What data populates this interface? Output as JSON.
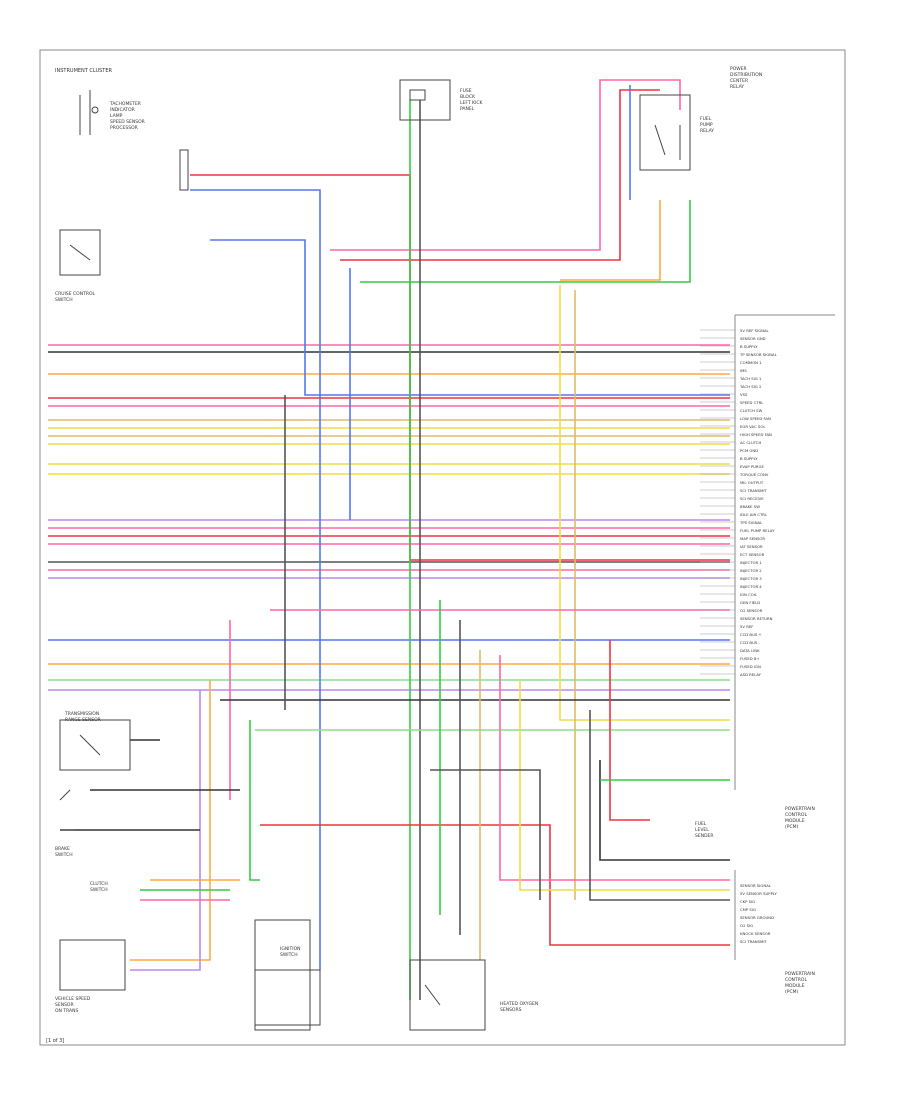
{
  "diagram": {
    "header_title": "INSTRUMENT CLUSTER",
    "footer_mark": "[1 of 3]",
    "components": {
      "instrument_cluster": [
        "TACHOMETER",
        "INDICATOR",
        "LAMP",
        "SPEED SENSOR",
        "PROCESSOR"
      ],
      "fuse_block": [
        "FUSE",
        "BLOCK",
        "LEFT KICK",
        "PANEL"
      ],
      "relay_top": [
        "POWER",
        "DISTRIBUTION",
        "CENTER",
        "RELAY"
      ],
      "fuel_pump_relay": [
        "FUEL",
        "PUMP",
        "RELAY"
      ],
      "cruise_switch": [
        "CRUISE CONTROL",
        "SWITCH"
      ],
      "transmission_range_sensor": [
        "TRANSMISSION",
        "RANGE SENSOR"
      ],
      "brake_switch": [
        "BRAKE",
        "SWITCH"
      ],
      "clutch_switch": [
        "CLUTCH",
        "SWITCH"
      ],
      "vehicle_speed_sensor": [
        "VEHICLE SPEED",
        "SENSOR",
        "ON TRANS"
      ],
      "ignition_switch": [
        "IGNITION",
        "SWITCH"
      ],
      "o2_sensors": [
        "HEATED OXYGEN",
        "SENSORS"
      ],
      "fuel_sender": [
        "FUEL",
        "LEVEL",
        "SENDER"
      ],
      "pcm_label": [
        "POWERTRAIN",
        "CONTROL",
        "MODULE",
        "(PCM)"
      ],
      "pcm_lower_label": [
        "POWERTRAIN",
        "CONTROL",
        "MODULE",
        "(PCM)"
      ]
    },
    "pcm_pins": [
      "5V REF SIGNAL",
      "SENSOR GND",
      "B SUPPLY",
      "TP SENSOR SIGNAL",
      "COMMON 1",
      "IMS",
      "TACH SIG 1",
      "TACH SIG 2",
      "VSS",
      "SPEED CTRL",
      "CLUTCH SW",
      "LOW SPEED FAN",
      "EGR VAC SOL",
      "HIGH SPEED FAN",
      "AC CLUTCH",
      "PCM GND",
      "B SUPPLY",
      "EVAP PURGE",
      "TORQUE CONV",
      "MIL OUTPUT",
      "SCI TRANSMIT",
      "SCI RECEIVE",
      "BRAKE SW",
      "IDLE AIR CTRL",
      "TPS SIGNAL",
      "FUEL PUMP RELAY",
      "MAP SENSOR",
      "IAT SENSOR",
      "ECT SENSOR",
      "INJECTOR 1",
      "INJECTOR 2",
      "INJECTOR 3",
      "INJECTOR 4",
      "IGN COIL",
      "GEN FIELD",
      "O2 SENSOR",
      "SENSOR RETURN",
      "5V REF",
      "CCD BUS +",
      "CCD BUS -",
      "DATA LINK",
      "FUSED B+",
      "FUSED IGN",
      "ASD RELAY"
    ],
    "pcm_lower_pins": [
      "SENSOR SIGNAL",
      "5V SENSOR SUPPLY",
      "CKP SIG",
      "CMP SIG",
      "SENSOR GROUND",
      "O2 SIG",
      "KNOCK SENSOR",
      "SCI TRANSMIT"
    ],
    "legend_colors": {
      "red": "#ee3344",
      "pink": "#ff66aa",
      "blue": "#5577ee",
      "green": "#33cc44",
      "lightgreen": "#88dd88",
      "orange": "#ffaa44",
      "yellow": "#eedd44",
      "gray": "#555555",
      "tan": "#ddbb66",
      "violet": "#bb88ee",
      "black": "#333333"
    }
  }
}
